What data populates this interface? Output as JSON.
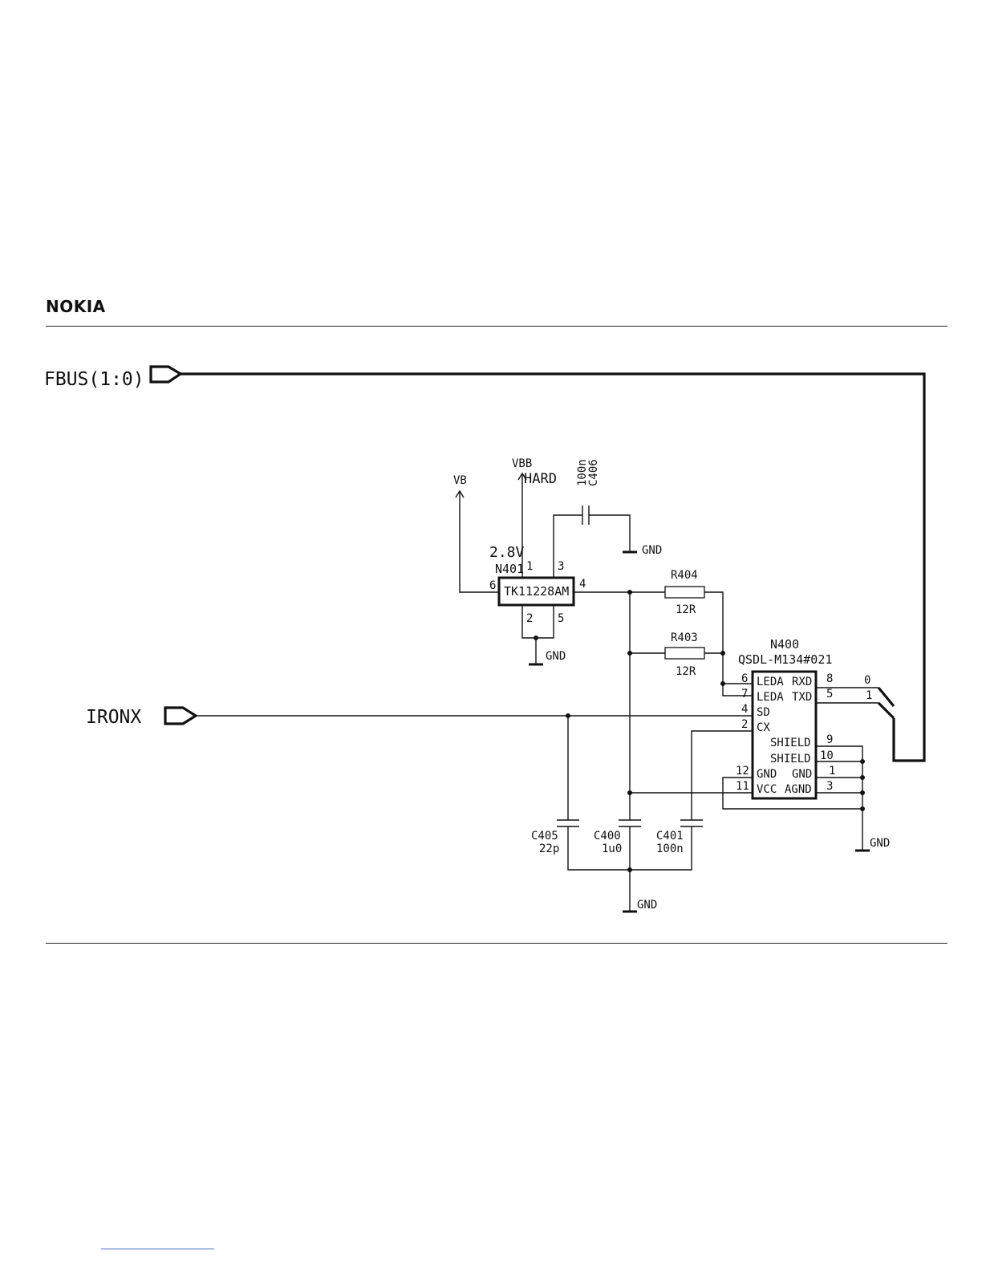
{
  "logo": "NOKIA",
  "ports": {
    "fbus": "FBUS(1:0)",
    "ironx": "IRONX"
  },
  "regulator": {
    "ref": "N401",
    "part": "TK11228AM",
    "voltage": "2.8V",
    "supply_vb": "VB",
    "supply_vbb": "VBB",
    "net_hard": "HARD",
    "pins": {
      "p1": "1",
      "p2": "2",
      "p3": "3",
      "p4": "4",
      "p5": "5",
      "p6": "6"
    }
  },
  "components": {
    "c406_value": "100n",
    "c406_ref": "C406",
    "r404_ref": "R404",
    "r404_value": "12R",
    "r403_ref": "R403",
    "r403_value": "12R",
    "c405_ref": "C405",
    "c405_value": "22p",
    "c400_ref": "C400",
    "c400_value": "1u0",
    "c401_ref": "C401",
    "c401_value": "100n"
  },
  "transceiver": {
    "ref": "N400",
    "part": "QSDL-M134#021",
    "left_pins": [
      {
        "num": "6",
        "label": "LEDA"
      },
      {
        "num": "7",
        "label": "LEDA"
      },
      {
        "num": "4",
        "label": "SD"
      },
      {
        "num": "2",
        "label": "CX"
      },
      {
        "num": "12",
        "label": "GND"
      },
      {
        "num": "11",
        "label": "VCC"
      }
    ],
    "right_pins": [
      {
        "num": "8",
        "label": "RXD"
      },
      {
        "num": "5",
        "label": "TXD"
      },
      {
        "num": "9",
        "label": "SHIELD"
      },
      {
        "num": "10",
        "label": "SHIELD"
      },
      {
        "num": "1",
        "label": "GND"
      },
      {
        "num": "3",
        "label": "AGND"
      }
    ],
    "bus_bits": [
      "0",
      "1"
    ]
  },
  "gnd_label": "GND"
}
